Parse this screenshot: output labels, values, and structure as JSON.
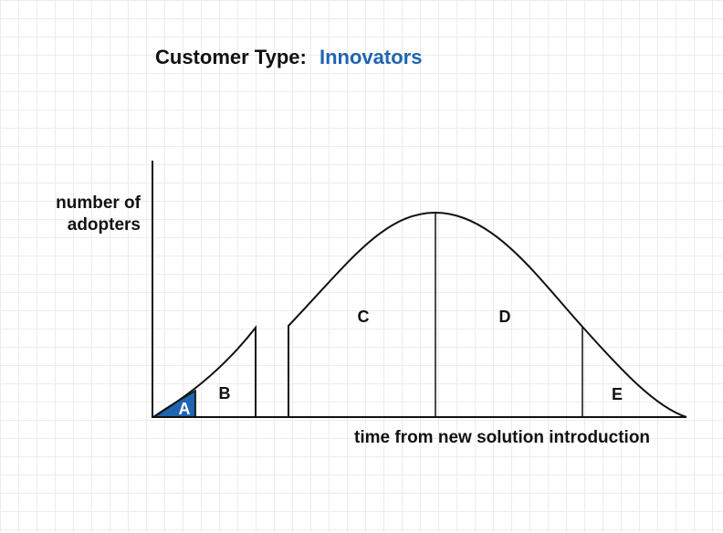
{
  "title": {
    "prefix": "Customer Type:",
    "value": "Innovators"
  },
  "axes": {
    "ylabel_line1": "number of",
    "ylabel_line2": "adopters",
    "xlabel": "time from new solution introduction"
  },
  "segments": [
    {
      "id": "A",
      "label": "A",
      "highlighted": true
    },
    {
      "id": "B",
      "label": "B",
      "highlighted": false
    },
    {
      "id": "C",
      "label": "C",
      "highlighted": false
    },
    {
      "id": "D",
      "label": "D",
      "highlighted": false
    },
    {
      "id": "E",
      "label": "E",
      "highlighted": false
    }
  ],
  "colors": {
    "highlight": "#1f64b0",
    "line": "#111111",
    "grid": "#ececec",
    "highlight_label": "#ffffff"
  }
}
